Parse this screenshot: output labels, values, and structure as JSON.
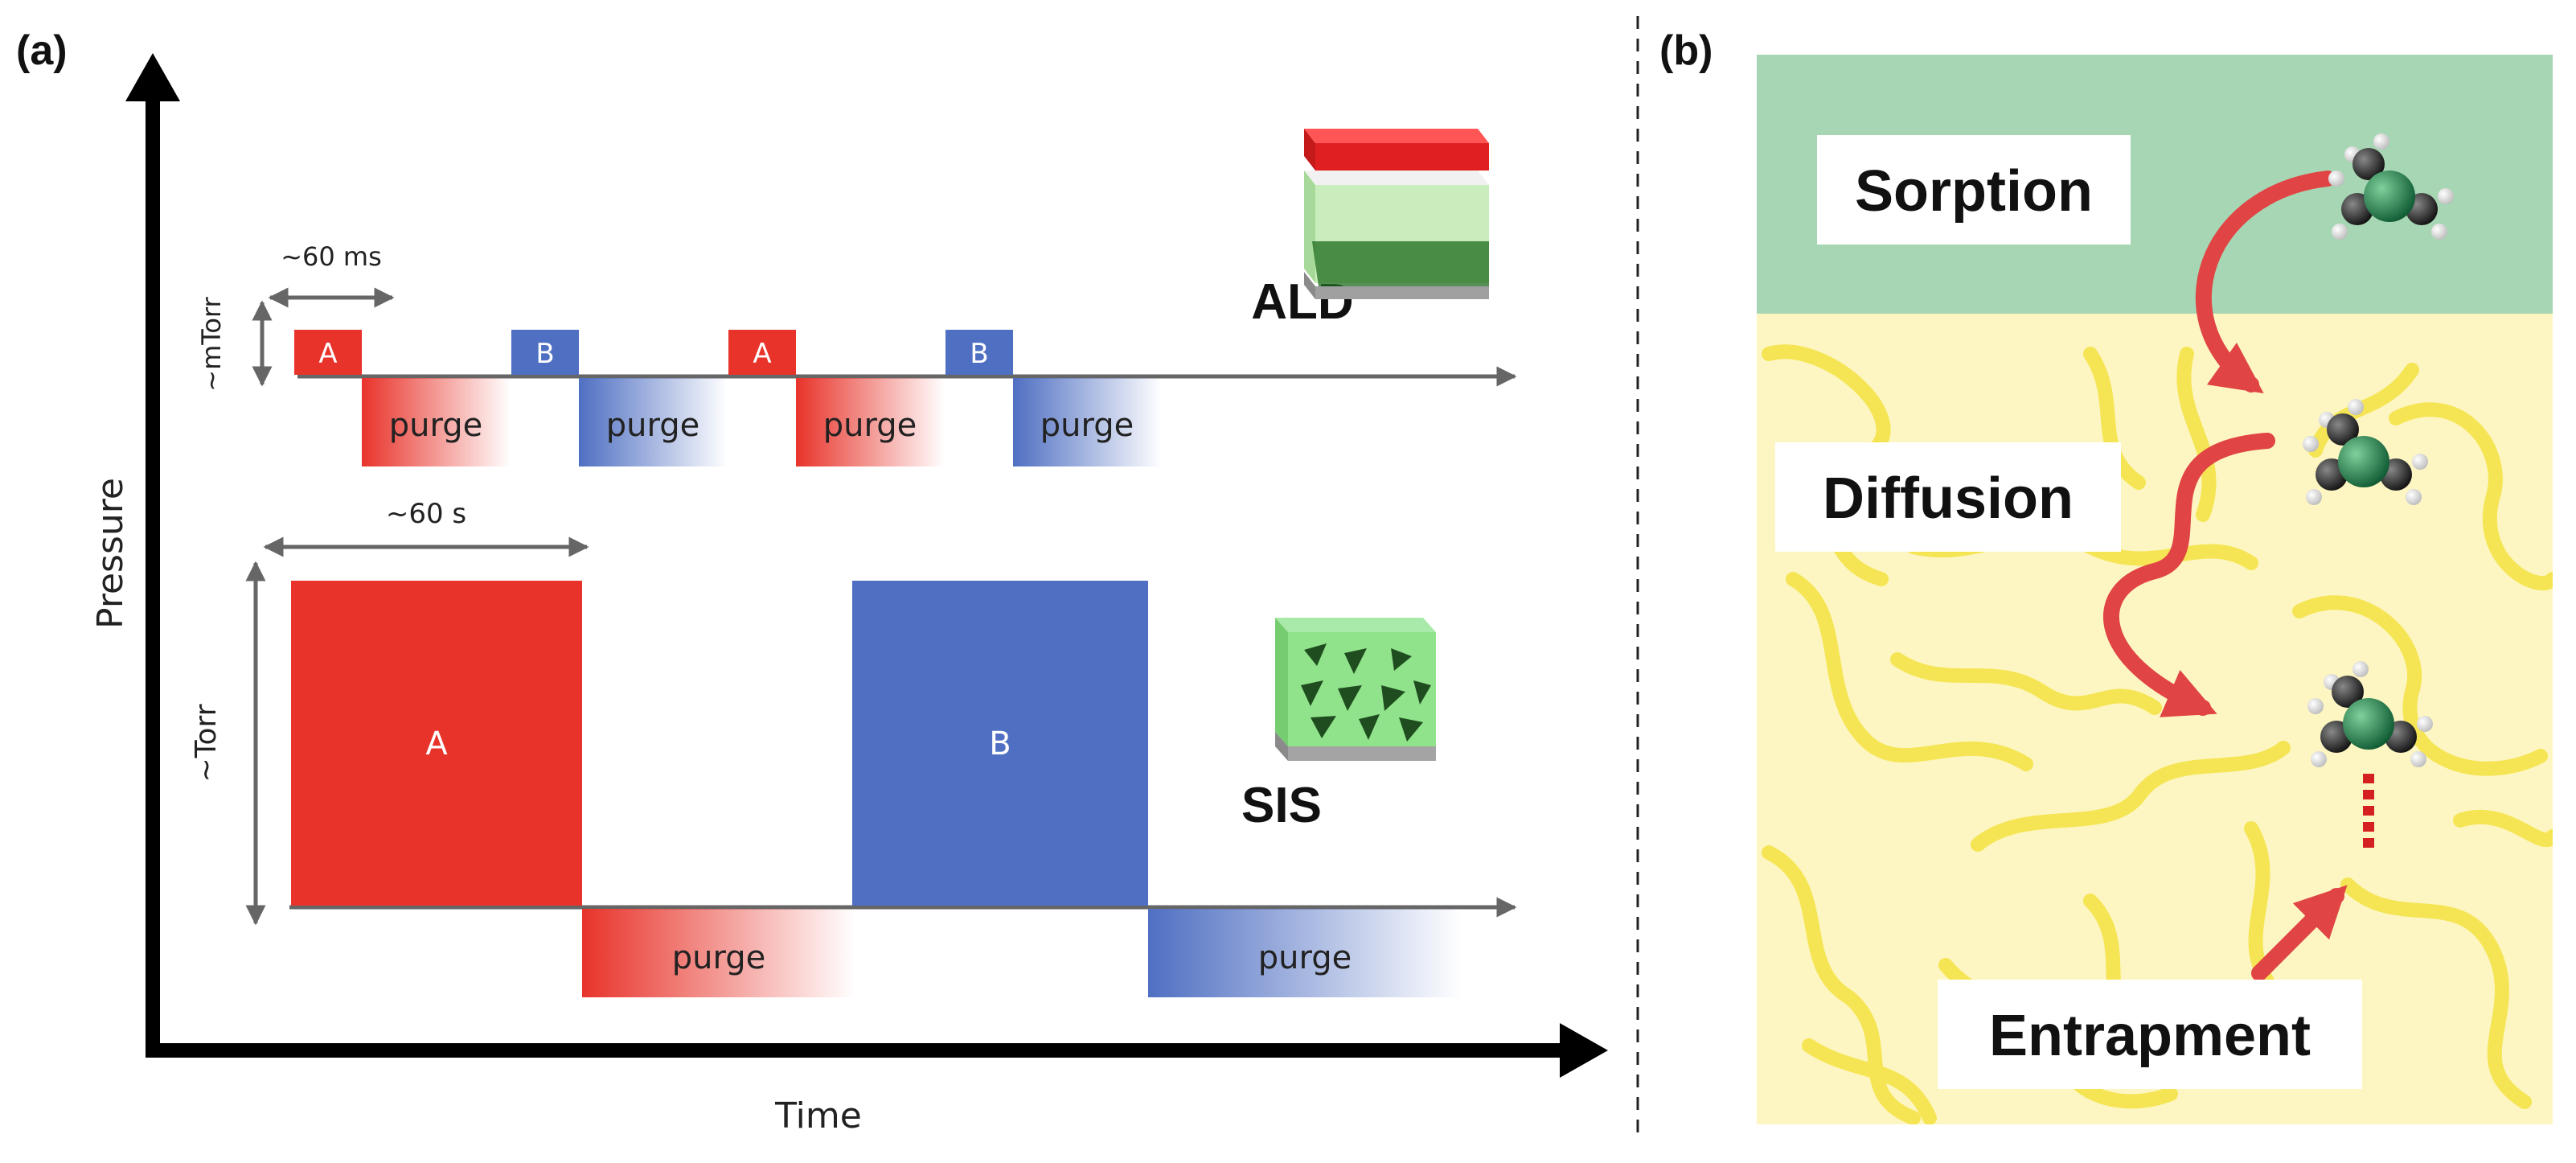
{
  "panel_a": {
    "label": "(a)",
    "axes": {
      "x_label": "Time",
      "y_label": "Pressure"
    },
    "ald": {
      "title": "ALD",
      "time_scale": "~60 ms",
      "pressure_scale": "~mTorr",
      "sequence": [
        {
          "pulse": "A",
          "purge": "purge"
        },
        {
          "pulse": "B",
          "purge": "purge"
        },
        {
          "pulse": "A",
          "purge": "purge"
        },
        {
          "pulse": "B",
          "purge": "purge"
        }
      ]
    },
    "sis": {
      "title": "SIS",
      "time_scale": "~60 s",
      "pressure_scale": "~Torr",
      "sequence": [
        {
          "pulse": "A",
          "purge": "purge"
        },
        {
          "pulse": "B",
          "purge": "purge"
        }
      ]
    }
  },
  "panel_b": {
    "label": "(b)",
    "steps": {
      "sorption": "Sorption",
      "diffusion": "Diffusion",
      "entrapment": "Entrapment"
    }
  },
  "colors": {
    "precursor_a": "#e8332a",
    "precursor_b": "#4f6fc2",
    "surface_layer": "#a6d6b3",
    "polymer_bg": "#fdf6c2",
    "polymer_chain": "#f5e554",
    "arrow": "#e04444",
    "molecule_core": "#1e7c4a"
  }
}
